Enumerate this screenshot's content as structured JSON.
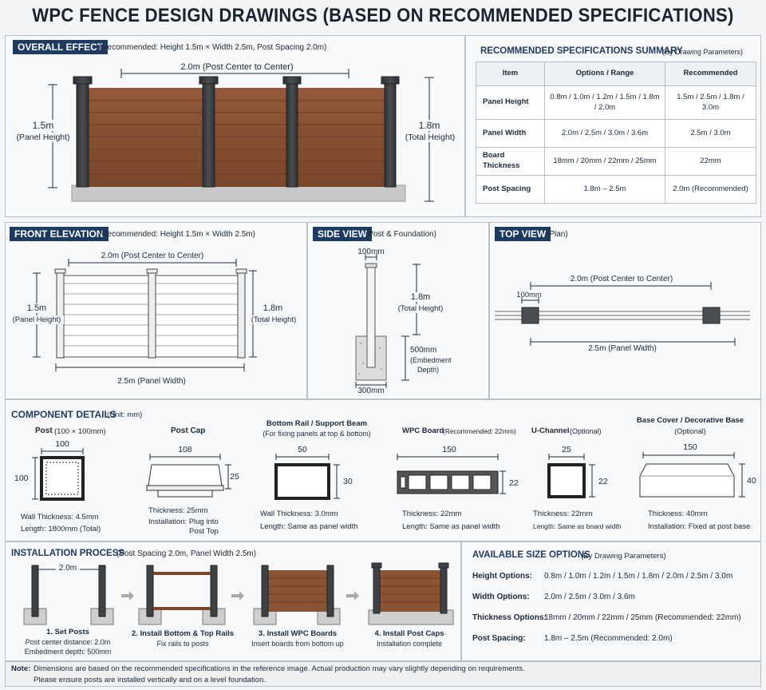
{
  "title": "WPC FENCE DESIGN DRAWINGS (BASED ON RECOMMENDED SPECIFICATIONS)",
  "overall": {
    "header": "OVERALL EFFECT",
    "sub": "(Recommended: Height 1.5m × Width 2.5m, Post Spacing 2.0m)",
    "spacing_label": "2.0m (Post Center to Center)",
    "panel_height_value": "1.5m",
    "panel_height_text": "(Panel Height)",
    "total_height_value": "1.8m",
    "total_height_text": "(Total Height)"
  },
  "spec_summary": {
    "title": "RECOMMENDED SPECIFICATIONS SUMMARY",
    "title_note": "(By Drawing Parameters)",
    "headers": [
      "Item",
      "Options / Range",
      "Recommended"
    ],
    "rows": [
      {
        "item": "Panel Height",
        "options": "0.8m / 1.0m / 1.2m / 1.5m / 1.8m / 2.0m",
        "recommended": "1.5m / 2.5m / 1.8m / 3.0m"
      },
      {
        "item": "Panel Width",
        "options": "2.0m / 2.5m / 3.0m / 3.6m",
        "recommended": "2.5m / 3.0m"
      },
      {
        "item": "Board Thickness",
        "options": "18mm / 20mm / 22mm / 25mm",
        "recommended": "22mm"
      },
      {
        "item": "Post Spacing",
        "options": "1.8m – 2.5m",
        "recommended": "2.0m (Recommended)"
      }
    ]
  },
  "front": {
    "header": "FRONT ELEVATION",
    "sub": "(Recommended: Height 1.5m × Width 2.5m)",
    "spacing_label": "2.0m (Post Center to Center)",
    "panel_height_value": "1.5m",
    "panel_height_text": "(Panel Height)",
    "total_height_value": "1.8m",
    "total_height_text": "(Total Height)",
    "width_label": "2.5m (Panel Width)"
  },
  "side": {
    "header": "SIDE VIEW",
    "sub": "(Post & Foundation)",
    "post_width": "100mm",
    "total_height_value": "1.8m",
    "total_height_text": "(Total Height)",
    "embed_value": "500mm",
    "embed_text1": "(Embedment",
    "embed_text2": "Depth)",
    "base_width": "300mm"
  },
  "top": {
    "header": "TOP VIEW",
    "sub": "(Plan)",
    "spacing_label": "2.0m (Post Center to Center)",
    "post_label": "100mm",
    "width_label": "2.5m (Panel Width)"
  },
  "components": {
    "header": "COMPONENT DETAILS",
    "unit": "(Unit: mm)",
    "post": {
      "title": "Post",
      "title_note": "(100 × 100mm)",
      "dim_w": "100",
      "dim_h": "100",
      "line1": "Wall Thickness:  4.5mm",
      "line2": "Length:  1800mm  (Total)"
    },
    "cap": {
      "title": "Post Cap",
      "dim_w": "108",
      "dim_h": "25",
      "line1": "Thickness:  25mm",
      "line2a": "Installation:  Plug into",
      "line2b": "Post Top"
    },
    "rail": {
      "title": "Bottom Rail / Support Beam",
      "title_note": "(For fixing panels at top & bottom)",
      "dim_w": "50",
      "dim_h": "30",
      "line1": "Wall Thickness:  3.0mm",
      "line2": "Length:  Same as panel width"
    },
    "board": {
      "title": "WPC Board",
      "title_note": "(Recommended: 22mm)",
      "dim_w": "150",
      "dim_h": "22",
      "line1": "Thickness:  22mm",
      "line2": "Length:  Same as panel width"
    },
    "uchannel": {
      "title": "U-Channel",
      "title_note": "(Optional)",
      "dim_w": "25",
      "dim_h": "22",
      "line1": "Thickness:  22mm",
      "line2": "Length:  Same as board width"
    },
    "base": {
      "title": "Base Cover / Decorative Base",
      "title_note": "(Optional)",
      "dim_w": "150",
      "dim_h": "40",
      "line1": "Thickness:  40mm",
      "line2": "Installation:  Fixed at post base"
    }
  },
  "install": {
    "header": "INSTALLATION PROCESS",
    "sub": "(Post Spacing 2.0m, Panel Width 2.5m)",
    "spacing_label": "2.0m",
    "steps": [
      {
        "title": "1. Set Posts",
        "line1": "Post center distance:  2.0m",
        "line2": "Embedment depth:  500mm"
      },
      {
        "title": "2. Install Bottom & Top Rails",
        "line1": "Fix rails to posts"
      },
      {
        "title": "3. Install WPC Boards",
        "line1": "Insert boards from bottom up"
      },
      {
        "title": "4. Install Post Caps",
        "line1": "Installation complete"
      }
    ]
  },
  "sizes": {
    "title": "AVAILABLE SIZE OPTIONS",
    "title_note": "(By Drawing Parameters)",
    "rows": [
      {
        "label": "Height Options:",
        "value": "0.8m / 1.0m / 1.2m / 1.5m / 1.8m / 2.0m / 2.5m / 3.0m"
      },
      {
        "label": "Width Options:",
        "value": "2.0m / 2.5m / 3.0m / 3.6m"
      },
      {
        "label": "Thickness Options:",
        "value": "18mm / 20mm / 22mm / 25mm  (Recommended: 22mm)"
      },
      {
        "label": "Post Spacing:",
        "value": "1.8m – 2.5m   (Recommended: 2.0m)"
      }
    ]
  },
  "note": {
    "label": "Note:",
    "line1": "Dimensions are based on the recommended specifications in the reference image. Actual production may vary slightly depending on requirements.",
    "line2": "Please ensure posts are installed vertically and on a level foundation."
  },
  "colors": {
    "navy": "#1f3a5f",
    "wood": "#8a5333",
    "post": "#3a3d40",
    "concrete": "#c9cbcc"
  }
}
